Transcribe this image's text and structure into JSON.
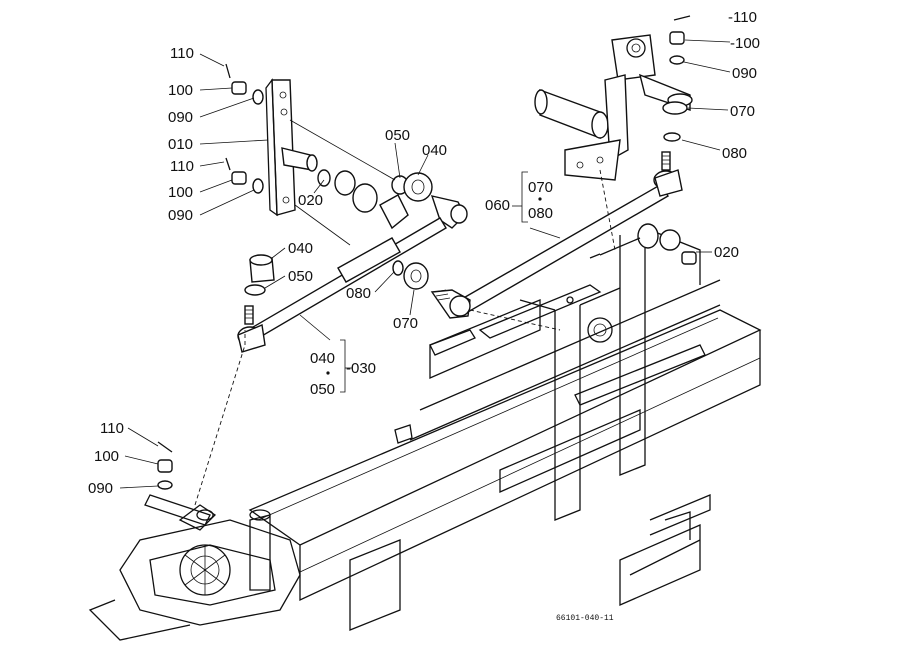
{
  "labels": {
    "l110a": "110",
    "l100a": "100",
    "l090a": "090",
    "l010": "010",
    "l110b": "110",
    "l100b": "100",
    "l090b": "090",
    "l020a": "020",
    "l050a": "050",
    "l040a": "040",
    "l040b": "040",
    "l050b": "050",
    "l080a": "080",
    "l070a": "070",
    "l040c": "040",
    "l050c": "050",
    "l030": "-030",
    "l110c": "110",
    "l100c": "100",
    "l090c": "090",
    "l110r": "-110",
    "l100r": "-100",
    "l090r": "090",
    "l070r": "070",
    "l080r": "080",
    "l070g": "070",
    "l060": "060",
    "l080g": "080",
    "l020r": "020"
  },
  "figure_code": "66101-040-11"
}
